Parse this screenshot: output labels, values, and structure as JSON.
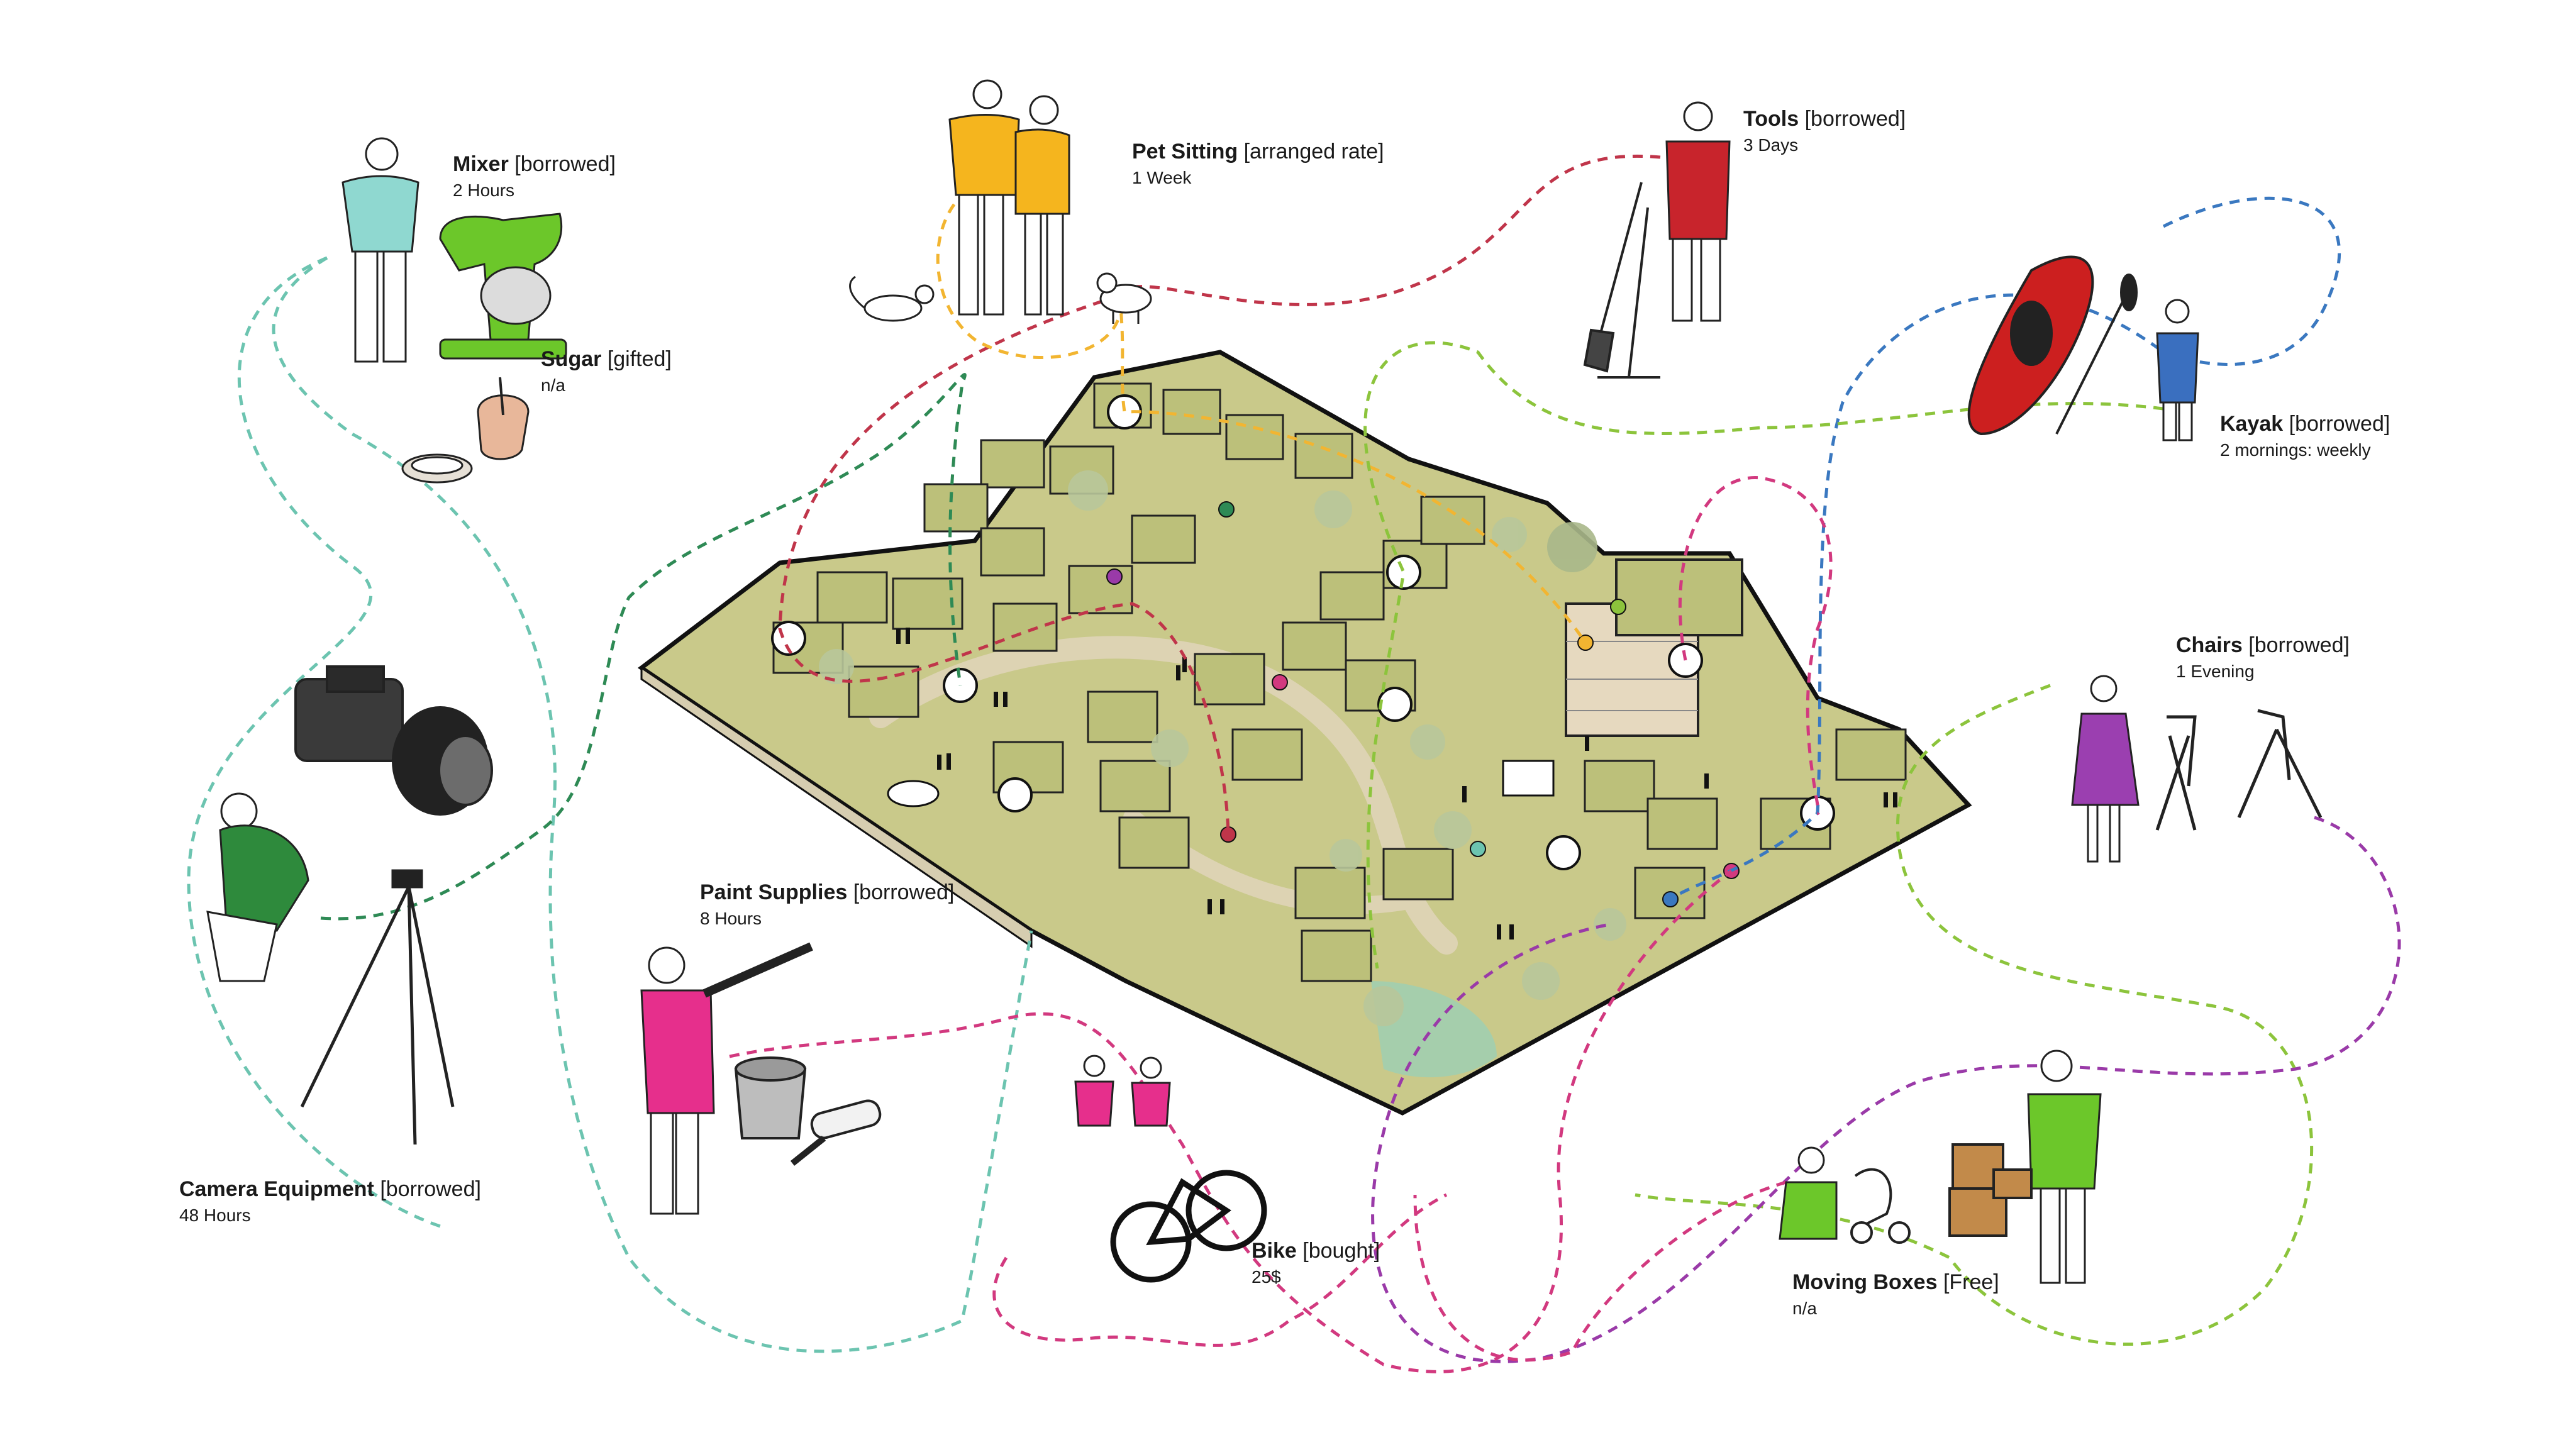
{
  "exchanges": [
    {
      "name": "Mixer",
      "type": "[borrowed]",
      "detail": "2 Hours"
    },
    {
      "name": "Sugar",
      "type": "[gifted]",
      "detail": "n/a"
    },
    {
      "name": "Pet Sitting",
      "type": "[arranged rate]",
      "detail": "1 Week"
    },
    {
      "name": "Tools",
      "type": "[borrowed]",
      "detail": "3 Days"
    },
    {
      "name": "Kayak",
      "type": "[borrowed]",
      "detail": "2 mornings: weekly"
    },
    {
      "name": "Chairs",
      "type": "[borrowed]",
      "detail": "1 Evening"
    },
    {
      "name": "Camera Equipment",
      "type": "[borrowed]",
      "detail": "48 Hours"
    },
    {
      "name": "Paint Supplies",
      "type": "[borrowed]",
      "detail": "8 Hours"
    },
    {
      "name": "Bike",
      "type": "[bought]",
      "detail": "25$"
    },
    {
      "name": "Moving Boxes",
      "type": "[Free]",
      "detail": "n/a"
    }
  ],
  "colors": {
    "site_fill": "#c9c98a",
    "site_outline": "#111111",
    "roof": "#bcc07a",
    "wall": "#e6d9bf",
    "tree": "#b8c79a",
    "path": "#d9d0b0",
    "dash_teal": "#6cc4b0",
    "dash_red": "#c0354a",
    "dash_yellow": "#f2b531",
    "dash_green": "#8cc43c",
    "dash_blue": "#3a78c0",
    "dash_purple": "#9a3aa8",
    "dash_magenta": "#d2397f",
    "dash_darkgreen": "#2e8a55",
    "shirt_teal": "#8fd8d0",
    "shirt_yellow": "#f5b51e",
    "apron_red": "#c8242c",
    "kayak_red": "#cc1f1f",
    "coat_blue": "#3a6fbf",
    "dress_purple": "#9b3fb0",
    "jacket_green": "#2e8a3c",
    "shirt_magenta": "#e62f8c",
    "mixer_green": "#6cc72a",
    "box_brown": "#c28a4a"
  },
  "icons": [
    "mixer-icon",
    "sugar-bowl-icon",
    "dog-icon",
    "cat-icon",
    "shovel-icon",
    "rake-icon",
    "kayak-icon",
    "paddle-icon",
    "folding-chair-icon",
    "camera-icon",
    "tripod-icon",
    "paint-can-icon",
    "paint-roller-icon",
    "bicycle-icon",
    "moving-boxes-icon",
    "stroller-icon",
    "car-icon",
    "van-icon"
  ]
}
